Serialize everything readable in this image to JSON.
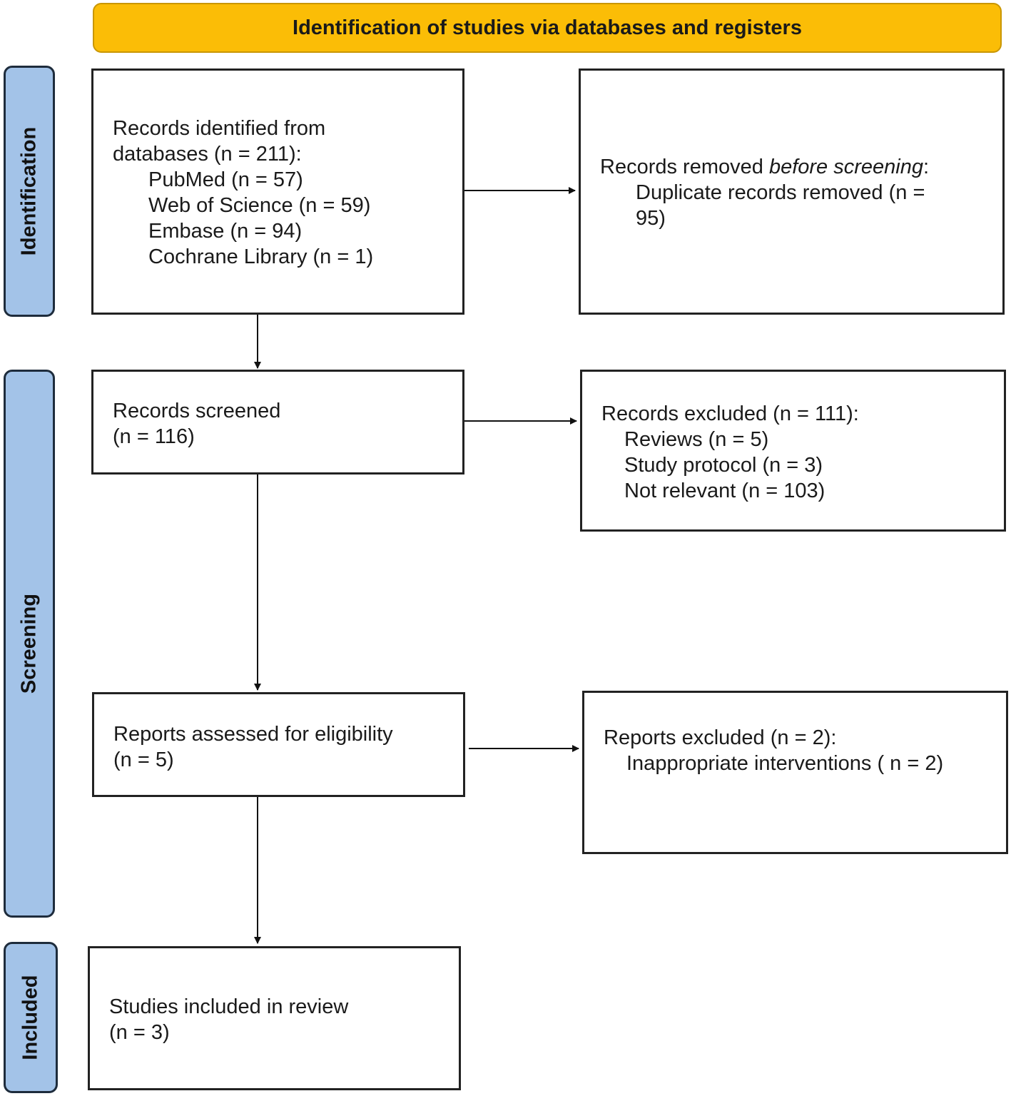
{
  "header": {
    "title": "Identification of studies via databases and registers"
  },
  "phases": {
    "identification": "Identification",
    "screening": "Screening",
    "included": "Included"
  },
  "boxes": {
    "records_identified": {
      "line1": "Records identified from",
      "line2": "databases (n = 211):",
      "sources": [
        "PubMed (n = 57)",
        "Web of Science (n = 59)",
        "Embase (n = 94)",
        "Cochrane Library (n = 1)"
      ]
    },
    "records_removed": {
      "prefix": "Records removed ",
      "emphasis": "before screening",
      "suffix": ":",
      "detail_line1": "Duplicate records removed  (n =",
      "detail_line2": "95)"
    },
    "records_screened": {
      "line1": "Records screened",
      "line2": "(n = 116)"
    },
    "records_excluded": {
      "line1": "Records excluded (n = 111):",
      "items": [
        "Reviews (n = 5)",
        "Study protocol (n = 3)",
        "Not relevant (n = 103)"
      ]
    },
    "reports_assessed": {
      "line1": "Reports assessed for eligibility",
      "line2": "(n = 5)"
    },
    "reports_excluded": {
      "line1": "Reports excluded (n = 2):",
      "item": "Inappropriate interventions ( n = 2)"
    },
    "studies_included": {
      "line1": "Studies included in review",
      "line2": "(n = 3)"
    }
  }
}
